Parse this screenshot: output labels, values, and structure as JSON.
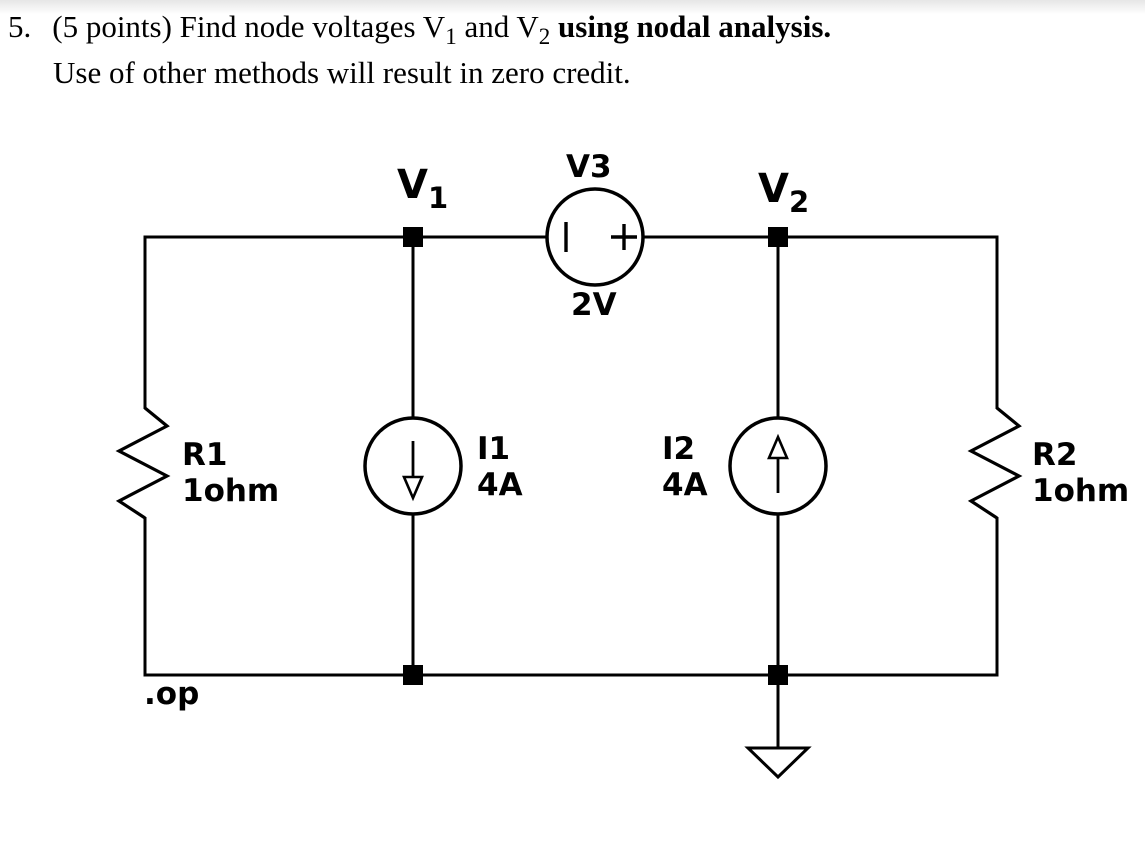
{
  "problem": {
    "number": "5.",
    "intro": "(5 points) Find node voltages V",
    "v1_sub": "1",
    "mid": " and V",
    "v2_sub": "2",
    "emphasis": " using nodal analysis.",
    "line2": "Use of other methods will result in zero credit."
  },
  "circuit": {
    "node_labels": {
      "v1": {
        "base": "V",
        "sub": "1"
      },
      "v2": {
        "base": "V",
        "sub": "2"
      }
    },
    "voltage_source": {
      "name": "V3",
      "value": "2V",
      "negative_terminal": "left",
      "positive_terminal": "right"
    },
    "current_sources": {
      "i1": {
        "name": "I1",
        "value": "4A",
        "direction": "down"
      },
      "i2": {
        "name": "I2",
        "value": "4A",
        "direction": "up"
      }
    },
    "resistors": {
      "r1": {
        "name": "R1",
        "value": "1ohm"
      },
      "r2": {
        "name": "R2",
        "value": "1ohm"
      }
    },
    "spice_directive": ".op",
    "colors": {
      "wire": "#000000",
      "background": "#ffffff",
      "text": "#000000"
    }
  }
}
